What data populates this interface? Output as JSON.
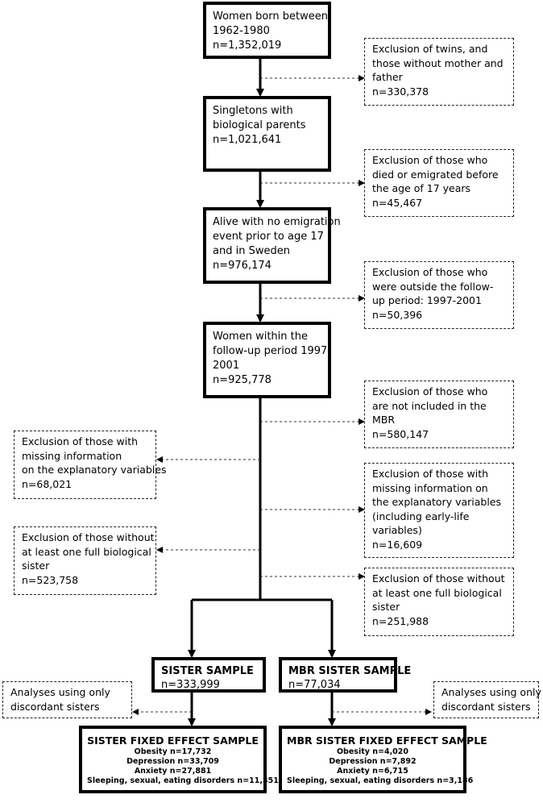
{
  "main_boxes": [
    {
      "lines": [
        "Women born between",
        "1962-1980",
        "n=1,352,019"
      ]
    },
    {
      "lines": [
        "Singletons with",
        "biological parents",
        "n=1,021,641"
      ]
    },
    {
      "lines": [
        "Alive with no emigration",
        "event prior to age 17",
        "and in Sweden",
        "n=976,174"
      ]
    },
    {
      "lines": [
        "Women within the",
        "follow-up period 1997-",
        "2001",
        "n=925,778"
      ]
    }
  ],
  "exclusions": [
    {
      "lines": [
        "Exclusion of twins, and",
        "those without mother and",
        "father",
        "n=330,378"
      ]
    },
    {
      "lines": [
        "Exclusion of those who",
        "died or emigrated before",
        "the age of 17 years",
        "n=45,467"
      ]
    },
    {
      "lines": [
        "Exclusion of those who",
        "were outside the follow-",
        "up period: 1997-2001",
        "n=50,396"
      ]
    },
    {
      "lines": [
        "Exclusion of those who",
        "are not included in the",
        "MBR",
        "n=580,147"
      ]
    },
    {
      "lines": [
        "Exclusion of those with",
        "missing information",
        "on the explanatory variables",
        "n=68,021"
      ]
    },
    {
      "lines": [
        "Exclusion of those with",
        "missing information on",
        "the explanatory variables",
        "(including early-life",
        "variables)",
        "n=16,609"
      ]
    },
    {
      "lines": [
        "Exclusion of those without",
        "at least one full biological",
        "sister",
        "n=523,758"
      ]
    },
    {
      "lines": [
        "Exclusion of those without",
        "at least one full biological",
        "sister",
        "n=251,988"
      ]
    },
    {
      "lines": [
        "Analyses using only",
        "discordant sisters"
      ]
    },
    {
      "lines": [
        "Analyses using only",
        "discordant sisters"
      ]
    }
  ],
  "samples": [
    {
      "title": "SISTER SAMPLE",
      "n": "n=333,999"
    },
    {
      "title": "MBR SISTER SAMPLE",
      "n": "n=77,034"
    }
  ],
  "fixed_effect_samples": [
    {
      "title": "SISTER FIXED EFFECT SAMPLE",
      "rows": [
        "Obesity n=17,732",
        "Depression n=33,709",
        "Anxiety n=27,881",
        "Sleeping, sexual, eating disorders n=11,351"
      ]
    },
    {
      "title": "MBR SISTER FIXED EFFECT SAMPLE",
      "rows": [
        "Obesity n=4,020",
        "Depression n=7,892",
        "Anxiety n=6,715",
        "Sleeping, sexual, eating disorders n=3,186"
      ]
    }
  ]
}
